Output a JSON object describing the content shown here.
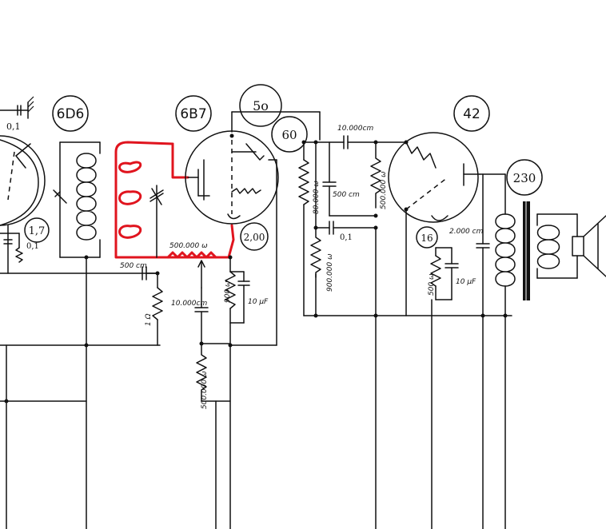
{
  "tubes": {
    "t1": "6D6",
    "t2": "6B7",
    "t3": "42"
  },
  "voltages": {
    "v50": "5o",
    "v60": "60",
    "v230": "230",
    "v17": "1,7",
    "v200": "2,00",
    "v16": "16"
  },
  "values": {
    "c_top_left": "0,1",
    "c_01_left": "0,1",
    "c_500cm_top": "500 cm",
    "r_500k_grid": "500.000 ω",
    "r_1ohm": "1 Ω",
    "c_10000cm_mid": "10.000cm",
    "r_900ohm": "900 ω",
    "c_10uf_mid": "10 μF",
    "r_500k_lower": "500.000 ω",
    "c_10000cm_top": "10.000cm",
    "r_80000": "80.000 ω",
    "c_500cm_right": "500 cm",
    "r_500k_right": "500.000 ω",
    "c_01_right": "0,1",
    "r_900000": "900.000 ω",
    "r_500ohm": "500 ω",
    "c_10uf_right": "10 μF",
    "c_2000cm": "2.000 cm"
  },
  "colors": {
    "ink": "#111111",
    "highlight": "#e0141e",
    "paper": "#ffffff"
  }
}
